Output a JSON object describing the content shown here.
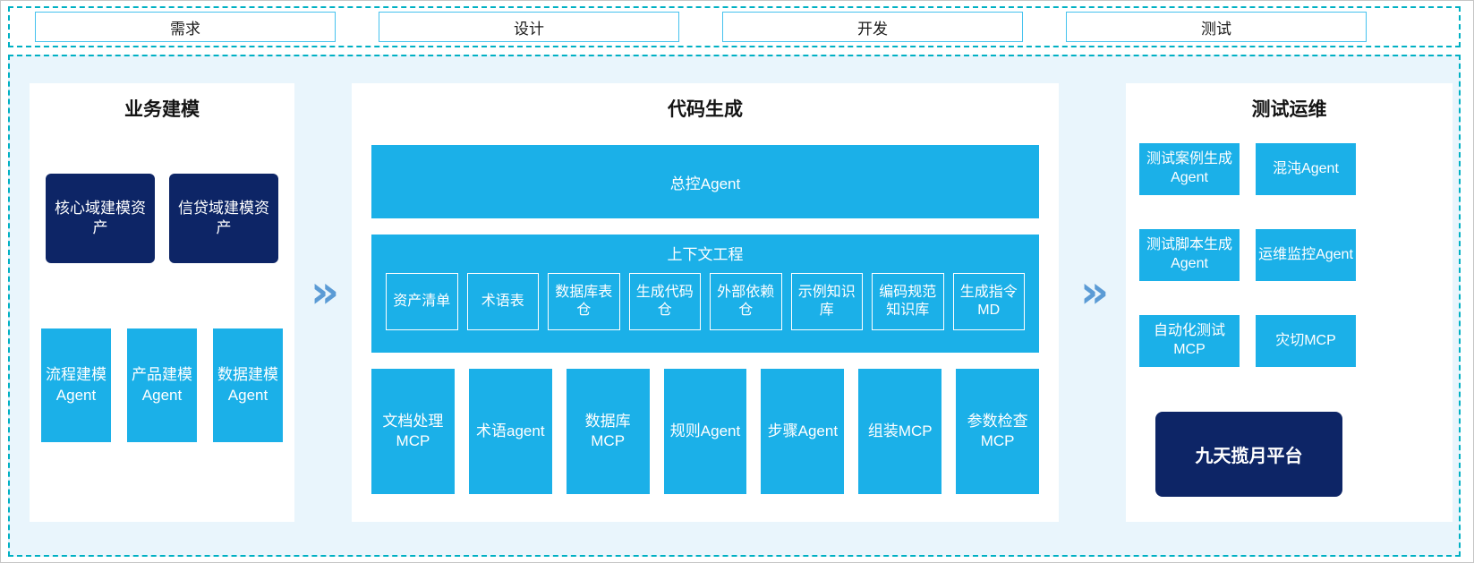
{
  "colors": {
    "cyan": "#1bb0e8",
    "navy": "#0d2566",
    "area_bg": "#e9f5fc",
    "dash_border": "#00b0c3",
    "phase_border": "#45c2ee",
    "arrow_blue": "#5b9bd5"
  },
  "phases": [
    "需求",
    "设计",
    "开发",
    "测试"
  ],
  "arrow_glyph": "»",
  "business_modeling": {
    "title": "业务建模",
    "assets": [
      "核心域建模资产",
      "信贷域建模资产"
    ],
    "agents": [
      "流程建模Agent",
      "产品建模Agent",
      "数据建模Agent"
    ]
  },
  "code_generation": {
    "title": "代码生成",
    "master_agent": "总控Agent",
    "context": {
      "title": "上下文工程",
      "items": [
        "资产清单",
        "术语表",
        "数据库表仓",
        "生成代码仓",
        "外部依赖仓",
        "示例知识库",
        "编码规范知识库",
        "生成指令MD"
      ]
    },
    "tools": [
      "文档处理MCP",
      "术语agent",
      "数据库MCP",
      "规则Agent",
      "步骤Agent",
      "组装MCP",
      "参数检查MCP"
    ]
  },
  "test_ops": {
    "title": "测试运维",
    "boxes": [
      "测试案例生成Agent",
      "混沌Agent",
      "测试脚本生成Agent",
      "运维监控Agent",
      "自动化测试MCP",
      "灾切MCP"
    ],
    "platform": "九天揽月平台"
  }
}
